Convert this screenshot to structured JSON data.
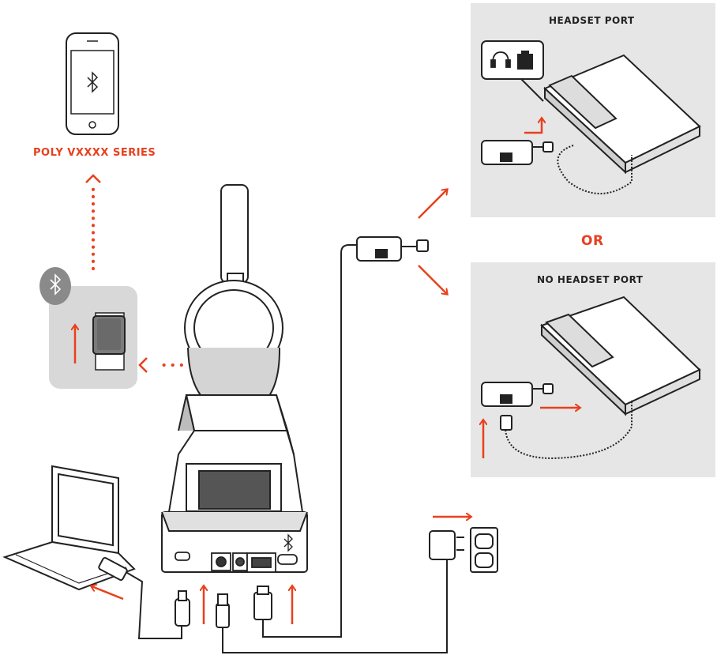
{
  "labels": {
    "device_series": "POLY VXXXX SERIES",
    "headset_port": "HEADSET PORT",
    "or": "OR",
    "no_headset_port": "NO HEADSET PORT"
  },
  "icons": {
    "phone_bluetooth": "bluetooth-icon",
    "headset_port_icon": "headset-icon",
    "port_plug_icon": "rj-port-icon"
  },
  "colors": {
    "accent": "#e8401c",
    "panel": "#e6e6e6",
    "line": "#222222",
    "bt_badge": "#8a8a8a"
  }
}
